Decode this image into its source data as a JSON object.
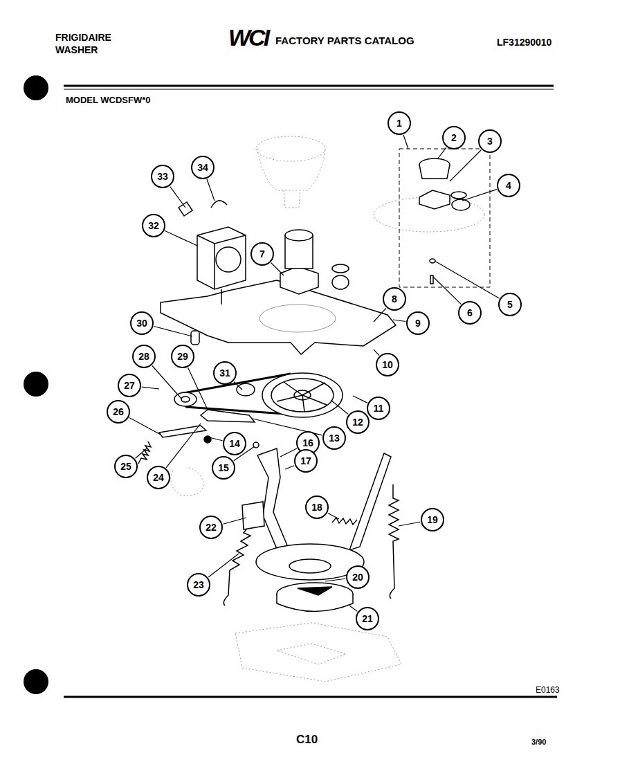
{
  "diagram": {
    "title": "FACTORY PARTS CATALOG",
    "nodes": [
      {
        "text": [
          "1"
        ]
      },
      {
        "text": [
          "2"
        ]
      },
      {
        "text": [
          "3"
        ]
      },
      {
        "text": [
          "4"
        ]
      },
      {
        "text": [
          "5"
        ]
      },
      {
        "text": [
          "6"
        ]
      },
      {
        "text": [
          "7"
        ]
      },
      {
        "text": [
          "8"
        ]
      },
      {
        "text": [
          "9"
        ]
      },
      {
        "text": [
          "10"
        ]
      },
      {
        "text": [
          "11"
        ]
      },
      {
        "text": [
          "12"
        ]
      },
      {
        "text": [
          "13"
        ]
      },
      {
        "text": [
          "14"
        ]
      },
      {
        "text": [
          "15"
        ]
      },
      {
        "text": [
          "16"
        ]
      },
      {
        "text": [
          "17"
        ]
      },
      {
        "text": [
          "18"
        ]
      },
      {
        "text": [
          "19"
        ]
      },
      {
        "text": [
          "20"
        ]
      },
      {
        "text": [
          "21"
        ]
      },
      {
        "text": [
          "22"
        ]
      },
      {
        "text": [
          "23"
        ]
      },
      {
        "text": [
          "24"
        ]
      },
      {
        "text": [
          "25"
        ]
      },
      {
        "text": [
          "26"
        ]
      },
      {
        "text": [
          "27"
        ]
      },
      {
        "text": [
          "28"
        ]
      },
      {
        "text": [
          "29"
        ]
      },
      {
        "text": [
          "30"
        ]
      },
      {
        "text": [
          "31"
        ]
      },
      {
        "text": [
          "32"
        ]
      },
      {
        "text": [
          "33"
        ]
      },
      {
        "text": [
          "34"
        ]
      }
    ],
    "edges": [],
    "labels": [
      "FRIGIDAIRE",
      "WASHER",
      "WCI",
      "LF31290010",
      "MODEL WCDSFW*0",
      "E0163",
      "C10",
      "3/90"
    ]
  }
}
